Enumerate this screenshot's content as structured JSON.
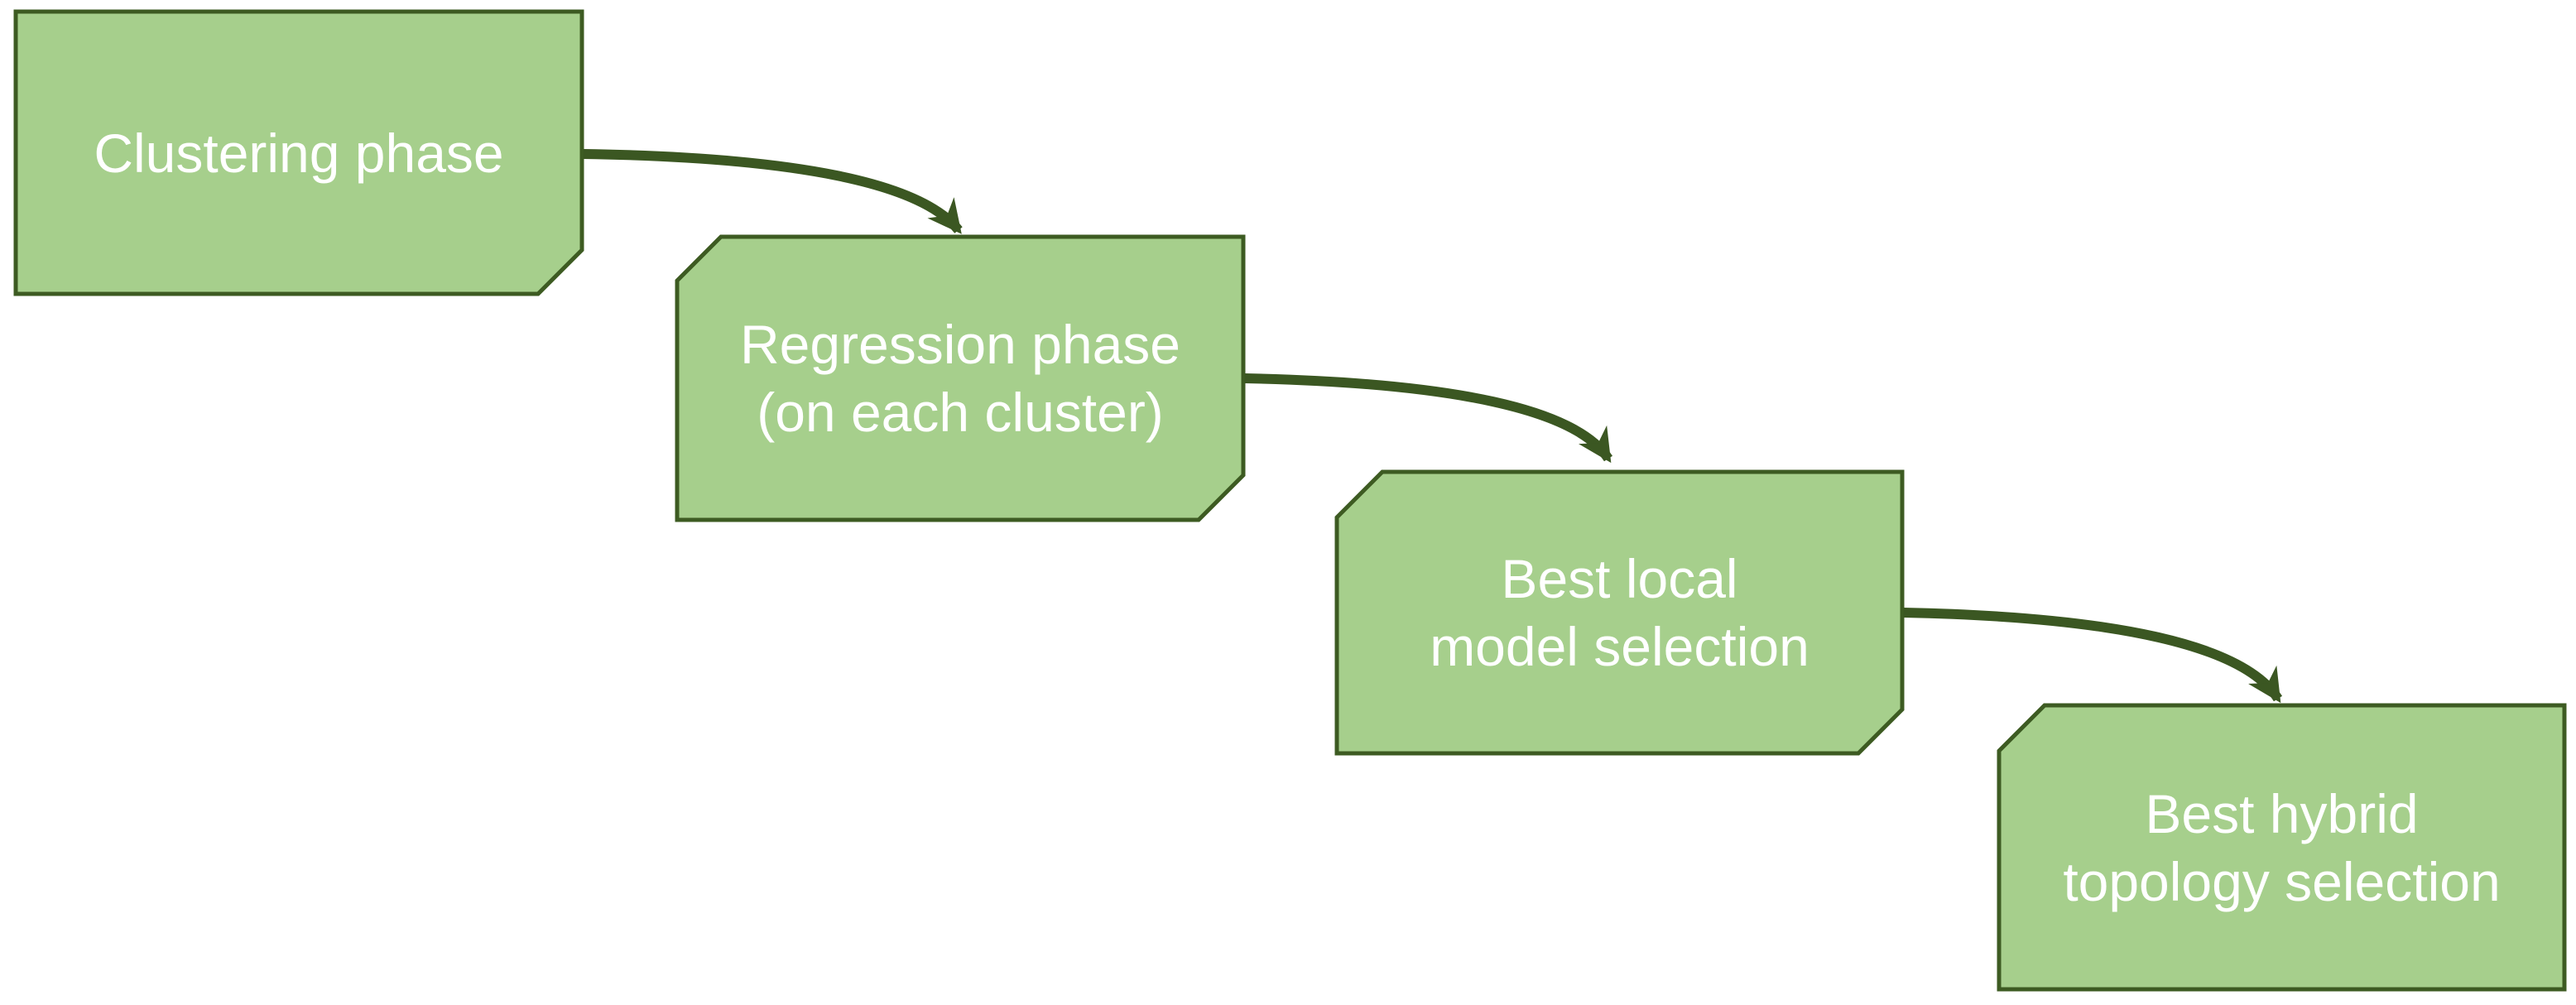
{
  "diagram": {
    "colors": {
      "background": "#ffffff",
      "box_fill": "#a6cf8c",
      "box_border": "#3d5b22",
      "arrow": "#3b5722",
      "label_text": "#ffffff"
    },
    "steps": [
      {
        "label": "Clustering phase"
      },
      {
        "label": "Regression phase\n(on each cluster)"
      },
      {
        "label": "Best local\nmodel selection"
      },
      {
        "label": "Best hybrid\ntopology selection"
      }
    ],
    "connections": [
      {
        "from": "Clustering phase",
        "to": "Regression phase (on each cluster)"
      },
      {
        "from": "Regression phase (on each cluster)",
        "to": "Best local model selection"
      },
      {
        "from": "Best local model selection",
        "to": "Best hybrid topology selection"
      }
    ]
  }
}
